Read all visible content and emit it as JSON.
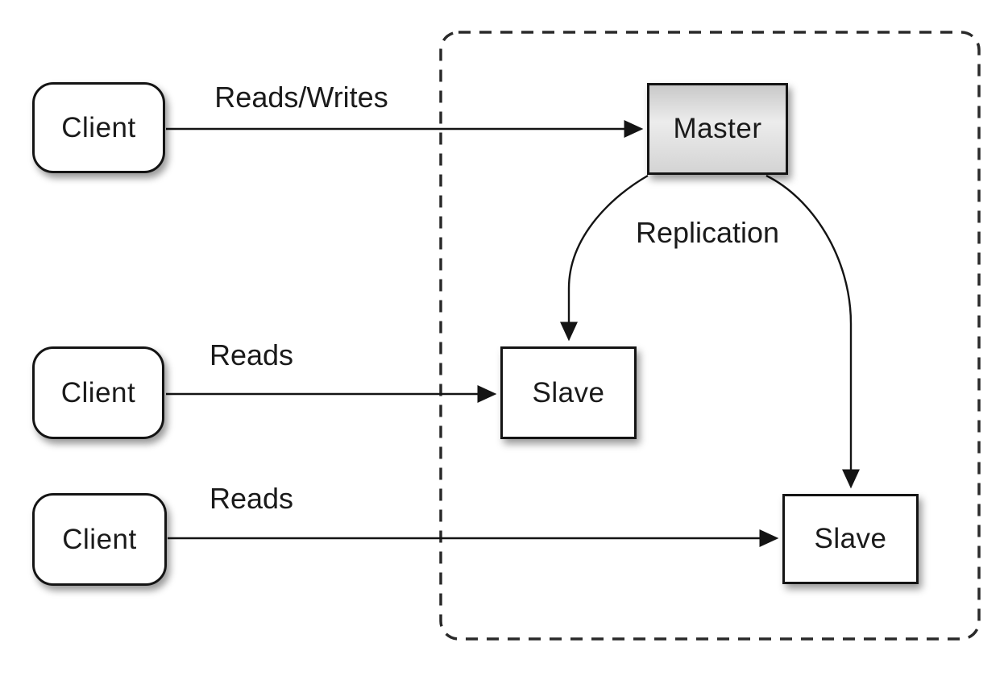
{
  "diagram": {
    "nodes": {
      "client1": {
        "label": "Client"
      },
      "client2": {
        "label": "Client"
      },
      "client3": {
        "label": "Client"
      },
      "master": {
        "label": "Master"
      },
      "slave1": {
        "label": "Slave"
      },
      "slave2": {
        "label": "Slave"
      }
    },
    "edges": {
      "reads_writes": {
        "label": "Reads/Writes",
        "from": "client1",
        "to": "master"
      },
      "reads_mid": {
        "label": "Reads",
        "from": "client2",
        "to": "slave1"
      },
      "reads_bottom": {
        "label": "Reads",
        "from": "client3",
        "to": "slave2"
      },
      "replication_left": {
        "label": "Replication",
        "from": "master",
        "to": "slave1"
      },
      "replication_right": {
        "label": "Replication",
        "from": "master",
        "to": "slave2"
      }
    },
    "boundary": {
      "style": "dashed-rounded-rectangle"
    },
    "colors": {
      "stroke": "#141414",
      "text": "#1a1a1a",
      "node_fill": "#ffffff",
      "master_fill_top": "#c9c9c9",
      "master_fill_mid": "#ececec",
      "master_fill_bottom": "#d4d4d4",
      "background": "#ffffff"
    }
  }
}
